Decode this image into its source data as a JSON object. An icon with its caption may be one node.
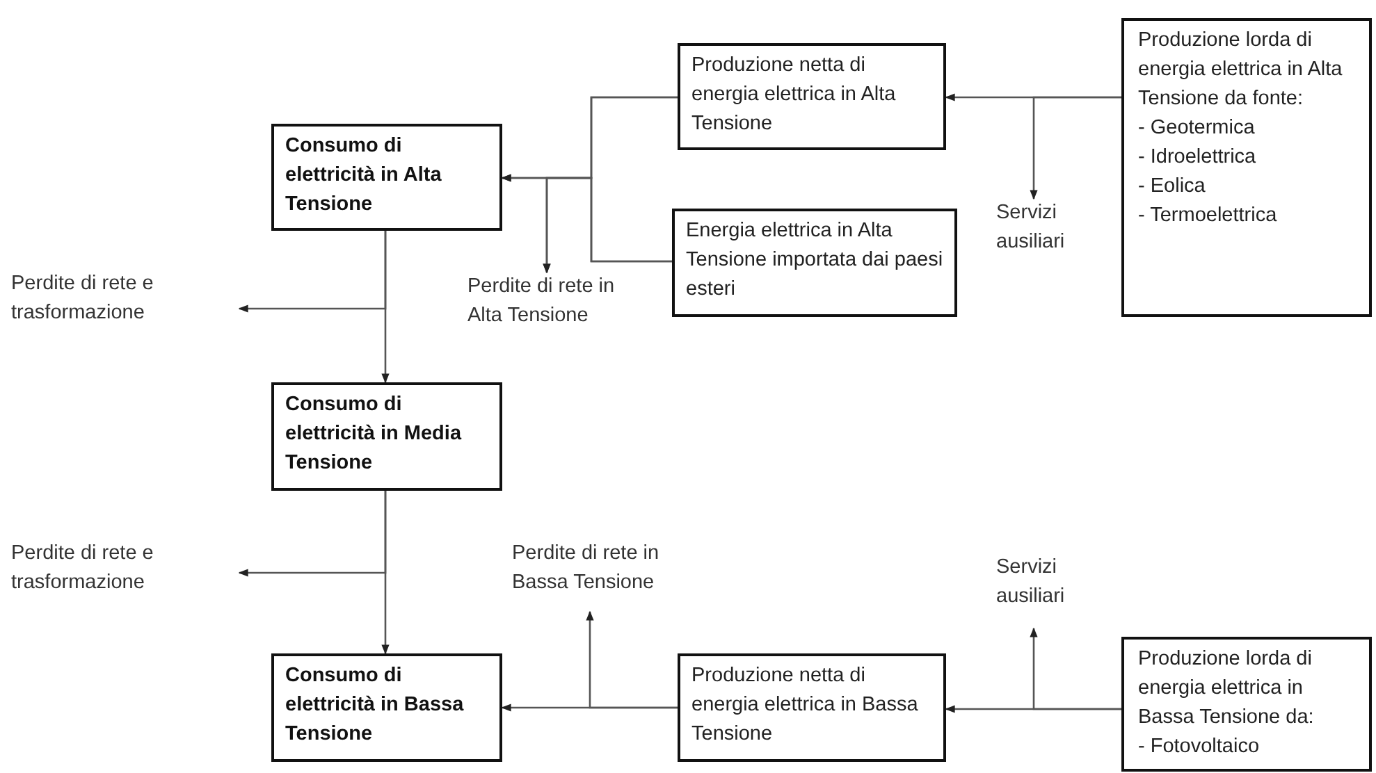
{
  "diagram": {
    "nodes": [
      {
        "text": [
          "Consumo di elettricità in Alta Tensione"
        ]
      },
      {
        "text": [
          "Produzione netta di energia elettrica in Alta Tensione"
        ]
      },
      {
        "text": [
          "Energia elettrica in Alta Tensione importata dai paesi esteri"
        ]
      },
      {
        "text": [
          "Produzione lorda di energia elettrica in Alta Tensione da fonte:",
          "- Geotermica",
          "- Idroelettrica",
          "- Eolica",
          "- Termoelettrica"
        ]
      },
      {
        "text": [
          "Servizi ausiliari"
        ]
      },
      {
        "text": [
          "Perdite di rete in Alta Tensione"
        ]
      },
      {
        "text": [
          "Perdite di rete e trasformazione"
        ]
      },
      {
        "text": [
          "Consumo di elettricità in Media Tensione"
        ]
      },
      {
        "text": [
          "Perdite di rete e trasformazione"
        ]
      },
      {
        "text": [
          "Perdite di rete in Bassa Tensione"
        ]
      },
      {
        "text": [
          "Servizi ausiliari"
        ]
      },
      {
        "text": [
          "Consumo di elettricità in Bassa Tensione"
        ]
      },
      {
        "text": [
          "Produzione netta di energia elettrica in Bassa Tensione"
        ]
      },
      {
        "text": [
          "Produzione lorda di energia elettrica in Bassa Tensione da:",
          "- Fotovoltaico"
        ]
      }
    ],
    "edges": [
      {
        "from": 1,
        "to": 0,
        "arrow": "to"
      },
      {
        "from": 2,
        "to": 0,
        "arrow": "to"
      },
      {
        "from": 1,
        "to": 5,
        "arrow": "to"
      },
      {
        "from": 2,
        "to": 5,
        "arrow": "to"
      },
      {
        "from": 3,
        "to": 1,
        "arrow": "to"
      },
      {
        "from": 3,
        "to": 4,
        "arrow": "to"
      },
      {
        "from": 0,
        "to": 7,
        "arrow": "to"
      },
      {
        "from": 0,
        "to": 6,
        "arrow": "to"
      },
      {
        "from": 7,
        "to": 11,
        "arrow": "to"
      },
      {
        "from": 7,
        "to": 8,
        "arrow": "to"
      },
      {
        "from": 13,
        "to": 12,
        "arrow": "to"
      },
      {
        "from": 13,
        "to": 10,
        "arrow": "to"
      },
      {
        "from": 12,
        "to": 11,
        "arrow": "to"
      },
      {
        "from": 12,
        "to": 9,
        "arrow": "to"
      }
    ]
  }
}
